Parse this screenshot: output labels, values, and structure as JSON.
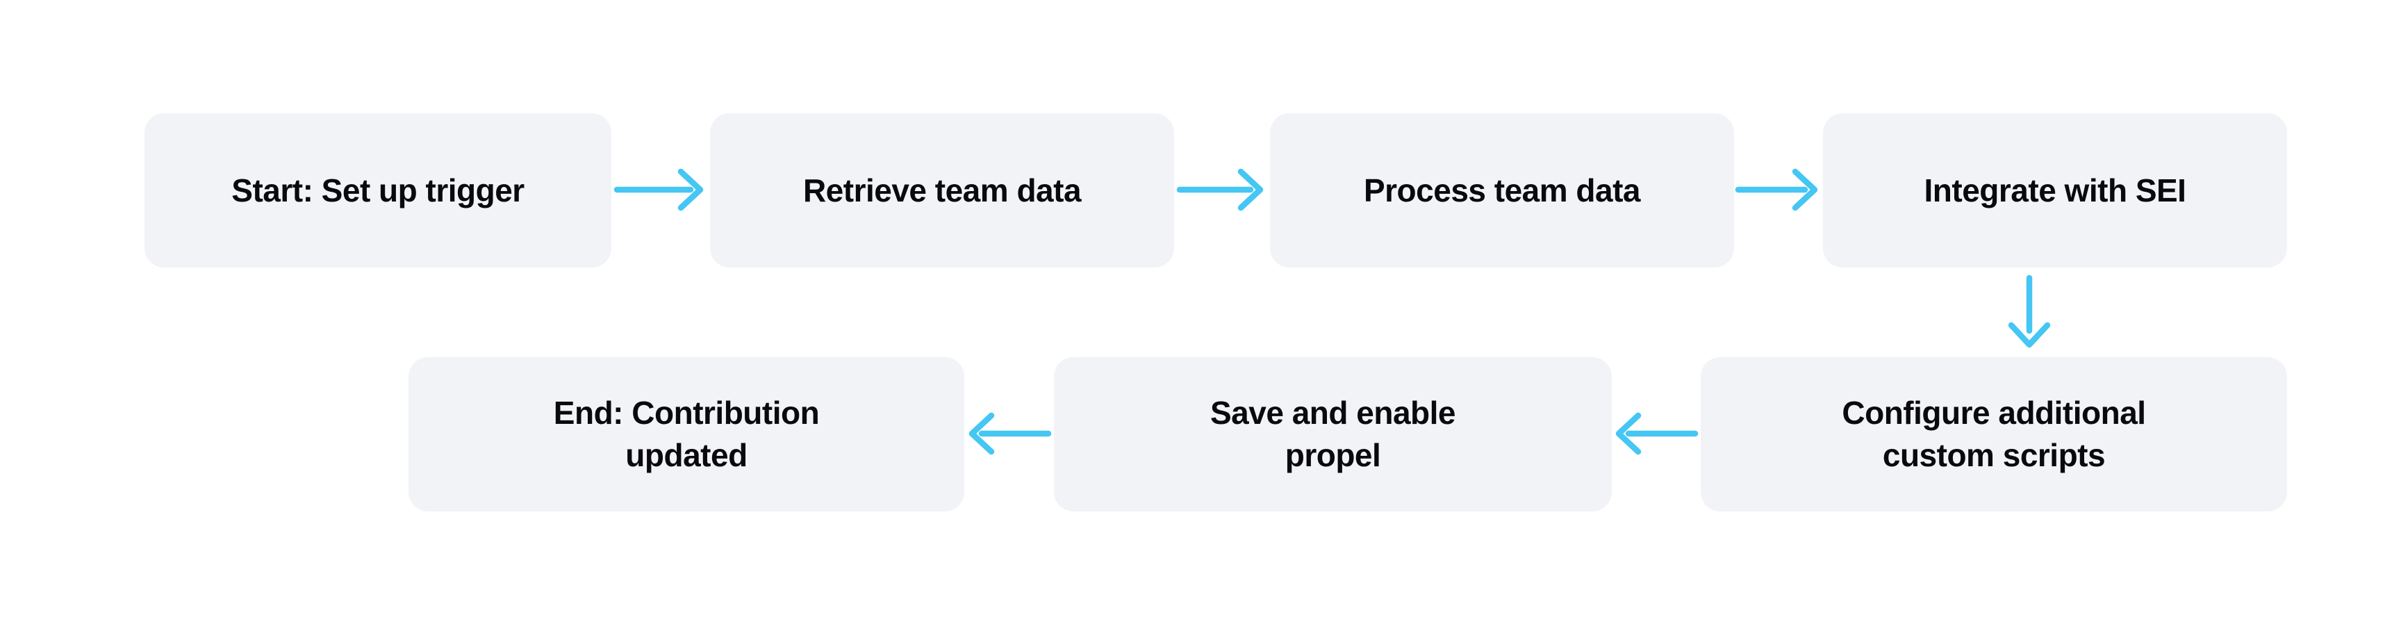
{
  "diagram": {
    "type": "flowchart",
    "colors": {
      "background": "#ffffff",
      "node_fill": "#f2f3f7",
      "node_text": "#0a0a0c",
      "arrow": "#45c6f3"
    },
    "nodes": [
      {
        "id": "start",
        "lines": [
          "Start: Set up trigger"
        ]
      },
      {
        "id": "retrieve-team-data",
        "lines": [
          "Retrieve team data"
        ]
      },
      {
        "id": "process-team-data",
        "lines": [
          "Process team data"
        ]
      },
      {
        "id": "integrate-with-sei",
        "lines": [
          "Integrate with SEI"
        ]
      },
      {
        "id": "configure-custom-scripts",
        "lines": [
          "Configure additional",
          "custom scripts"
        ]
      },
      {
        "id": "save-and-enable-propel",
        "lines": [
          "Save and enable",
          "propel"
        ]
      },
      {
        "id": "end",
        "lines": [
          "End: Contribution",
          "updated"
        ]
      }
    ],
    "edges": [
      {
        "from": "start",
        "to": "retrieve-team-data",
        "direction": "right"
      },
      {
        "from": "retrieve-team-data",
        "to": "process-team-data",
        "direction": "right"
      },
      {
        "from": "process-team-data",
        "to": "integrate-with-sei",
        "direction": "right"
      },
      {
        "from": "integrate-with-sei",
        "to": "configure-custom-scripts",
        "direction": "down"
      },
      {
        "from": "configure-custom-scripts",
        "to": "save-and-enable-propel",
        "direction": "left"
      },
      {
        "from": "save-and-enable-propel",
        "to": "end",
        "direction": "left"
      }
    ]
  }
}
